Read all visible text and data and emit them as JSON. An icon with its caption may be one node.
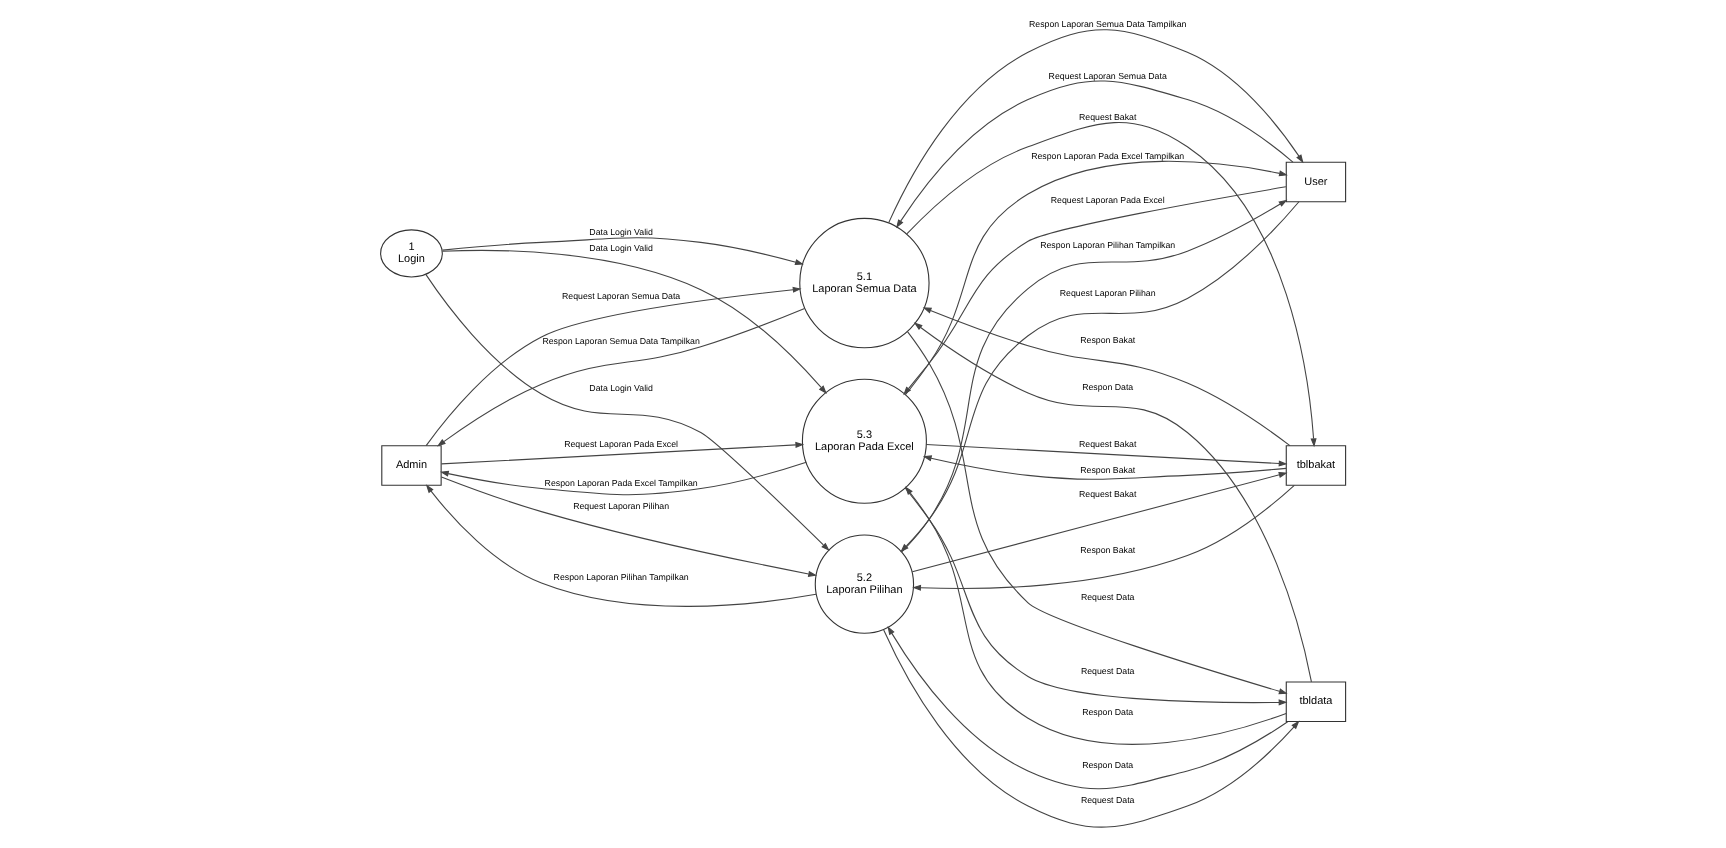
{
  "diagram": {
    "nodes": [
      {
        "text": [
          "1",
          "Login"
        ]
      },
      {
        "text": [
          "Admin"
        ]
      },
      {
        "text": [
          "5.1",
          "Laporan Semua Data"
        ]
      },
      {
        "text": [
          "5.2",
          "Laporan Pilihan"
        ]
      },
      {
        "text": [
          "5.3",
          "Laporan Pada Excel"
        ]
      },
      {
        "text": [
          "User"
        ]
      },
      {
        "text": [
          "tbldata"
        ]
      },
      {
        "text": [
          "tblbakat"
        ]
      }
    ],
    "edges": [
      {
        "from": 0,
        "to": 2,
        "arrow": "to",
        "label": "Data Login Valid"
      },
      {
        "from": 0,
        "to": 3,
        "arrow": "to",
        "label": "Data Login Valid"
      },
      {
        "from": 0,
        "to": 4,
        "arrow": "to",
        "label": "Data Login Valid"
      },
      {
        "from": 4,
        "to": 1,
        "arrow": "to",
        "label": "Respon Laporan Pada Excel Tampilkan"
      },
      {
        "from": 1,
        "to": 4,
        "arrow": "to",
        "label": "Request Laporan Pada Excel"
      },
      {
        "from": 3,
        "to": 1,
        "arrow": "to",
        "label": "Respon Laporan Pilihan Tampilkan"
      },
      {
        "from": 1,
        "to": 3,
        "arrow": "to",
        "label": "Request Laporan Pilihan"
      },
      {
        "from": 1,
        "to": 2,
        "arrow": "to",
        "label": "Request Laporan Semua Data"
      },
      {
        "from": 2,
        "to": 1,
        "arrow": "to",
        "label": "Respon Laporan Semua Data Tampilkan"
      },
      {
        "from": 5,
        "to": 4,
        "arrow": "to",
        "label": "Request Laporan Pada Excel"
      },
      {
        "from": 4,
        "to": 5,
        "arrow": "to",
        "label": "Respon Laporan Pada Excel Tampilkan"
      },
      {
        "from": 4,
        "to": 6,
        "arrow": "to",
        "label": "Request Data"
      },
      {
        "from": 6,
        "to": 4,
        "arrow": "to",
        "label": "Respon Data"
      },
      {
        "from": 5,
        "to": 3,
        "arrow": "to",
        "label": "Request Laporan Pilihan"
      },
      {
        "from": 3,
        "to": 5,
        "arrow": "to",
        "label": "Respon Laporan Pilihan Tampilkan"
      },
      {
        "from": 2,
        "to": 5,
        "arrow": "to",
        "label": "Respon Laporan Semua Data Tampilkan"
      },
      {
        "from": 5,
        "to": 2,
        "arrow": "to",
        "label": "Request Laporan Semua Data"
      },
      {
        "from": 3,
        "to": 7,
        "arrow": "to",
        "label": "Request Bakat"
      },
      {
        "from": 7,
        "to": 2,
        "arrow": "to",
        "label": "Respon Bakat"
      },
      {
        "from": 6,
        "to": 3,
        "arrow": "to",
        "label": "Respon Data"
      },
      {
        "from": 2,
        "to": 6,
        "arrow": "to",
        "label": "Request Data"
      },
      {
        "from": 7,
        "to": 3,
        "arrow": "to",
        "label": "Respon Bakat"
      },
      {
        "from": 3,
        "to": 6,
        "arrow": "to",
        "label": "Request Data"
      },
      {
        "from": 6,
        "to": 2,
        "arrow": "to",
        "label": "Respon Data"
      },
      {
        "from": 4,
        "to": 7,
        "arrow": "to",
        "label": "Request Bakat"
      },
      {
        "from": 2,
        "to": 7,
        "arrow": "to",
        "label": "Request Bakat"
      },
      {
        "from": 7,
        "to": 4,
        "arrow": "to",
        "label": "Respon Bakat"
      }
    ]
  }
}
